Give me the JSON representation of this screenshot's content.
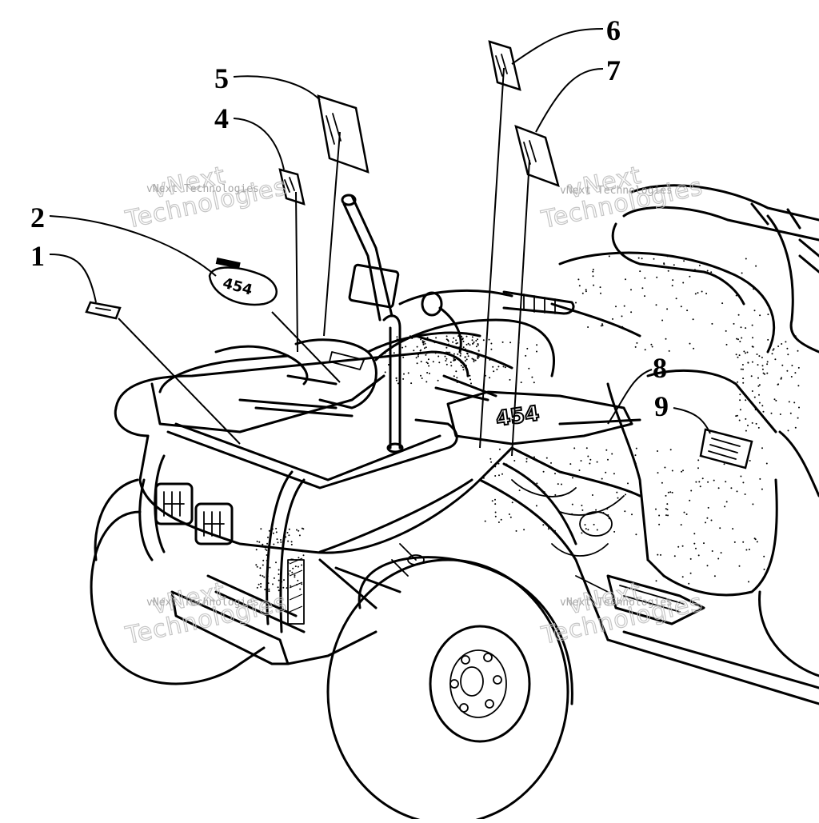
{
  "diagram": {
    "callouts": [
      {
        "id": "1",
        "label": "1"
      },
      {
        "id": "2",
        "label": "2"
      },
      {
        "id": "4",
        "label": "4"
      },
      {
        "id": "5",
        "label": "5"
      },
      {
        "id": "6",
        "label": "6"
      },
      {
        "id": "7",
        "label": "7"
      },
      {
        "id": "8",
        "label": "8"
      },
      {
        "id": "9",
        "label": "9"
      }
    ],
    "decal_text": {
      "model_number": "454"
    },
    "watermark": {
      "small": "vNext Technologies",
      "big": "Technologies",
      "big_top": "vNext"
    }
  }
}
